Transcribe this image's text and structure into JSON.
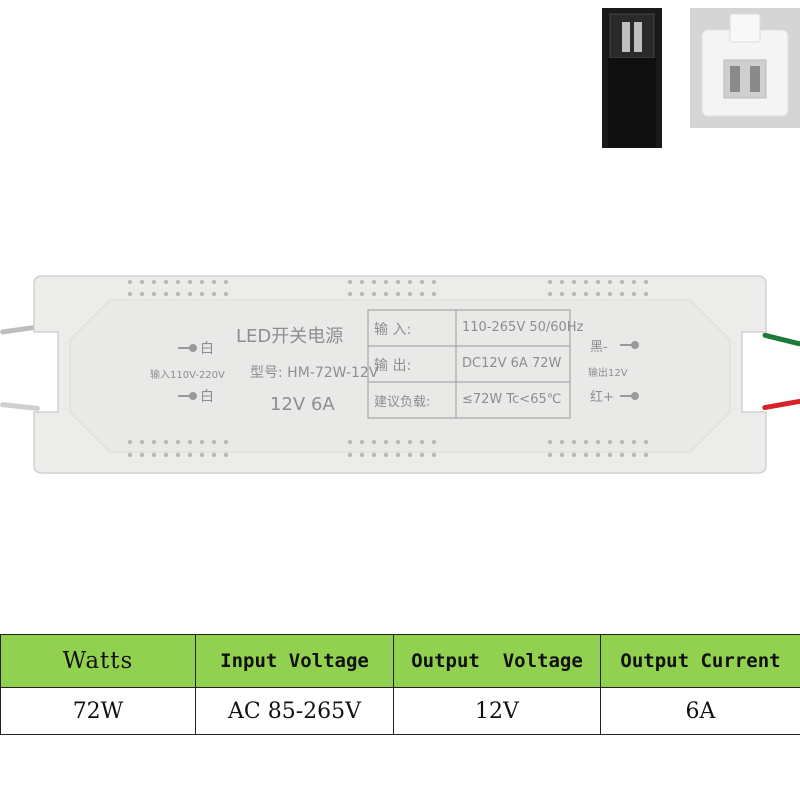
{
  "label": {
    "title": "LED开关电源",
    "model": "型号: HM-72W-12V",
    "rating": "12V  6A",
    "left_top": "白",
    "left_mid": "输入110V-220V",
    "left_bot": "白",
    "right_top": "黑-",
    "right_mid": "输出12V",
    "right_bot": "红+",
    "rows": [
      {
        "key": "输    入:",
        "value": "110-265V 50/60Hz"
      },
      {
        "key": "输    出:",
        "value": "DC12V 6A 72W"
      },
      {
        "key": "建议负载:",
        "value": "≤72W Tc<65℃"
      }
    ]
  },
  "spec_table": {
    "headers": [
      "Watts",
      "Input Voltage",
      "Output  Voltage",
      "Output Current"
    ],
    "values": [
      "72W",
      "AC 85-265V",
      "12V",
      "6A"
    ]
  },
  "colors": {
    "header_bg": "#92d050",
    "wire_red": "#d6202a",
    "wire_green": "#1e7a3a"
  }
}
